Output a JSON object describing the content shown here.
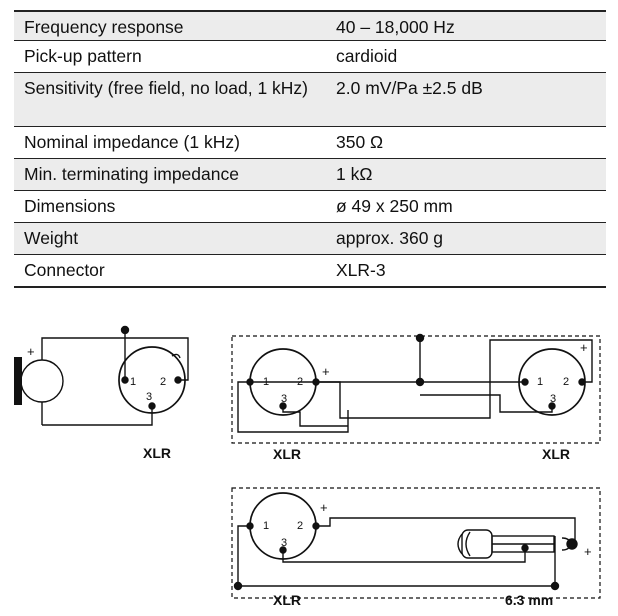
{
  "specs": [
    {
      "label": "Frequency response",
      "value": "40 – 18,000 Hz"
    },
    {
      "label": "Pick-up pattern",
      "value": "cardioid"
    },
    {
      "label": "Sensitivity (free field, no load, 1 kHz)",
      "value": "2.0 mV/Pa ±2.5 dB"
    },
    {
      "label": "Nominal impedance (1 kHz)",
      "value": "350 Ω"
    },
    {
      "label": "Min. terminating impedance",
      "value": "1 kΩ"
    },
    {
      "label": "Dimensions",
      "value": "ø 49 x 250 mm"
    },
    {
      "label": "Weight",
      "value": "approx. 360 g"
    },
    {
      "label": "Connector",
      "value": "XLR-3"
    }
  ],
  "diagrams": {
    "pin1": "1",
    "pin2": "2",
    "pin3": "3",
    "plus": "+",
    "xlr_label": "XLR",
    "jack_label": "6.3 mm"
  }
}
